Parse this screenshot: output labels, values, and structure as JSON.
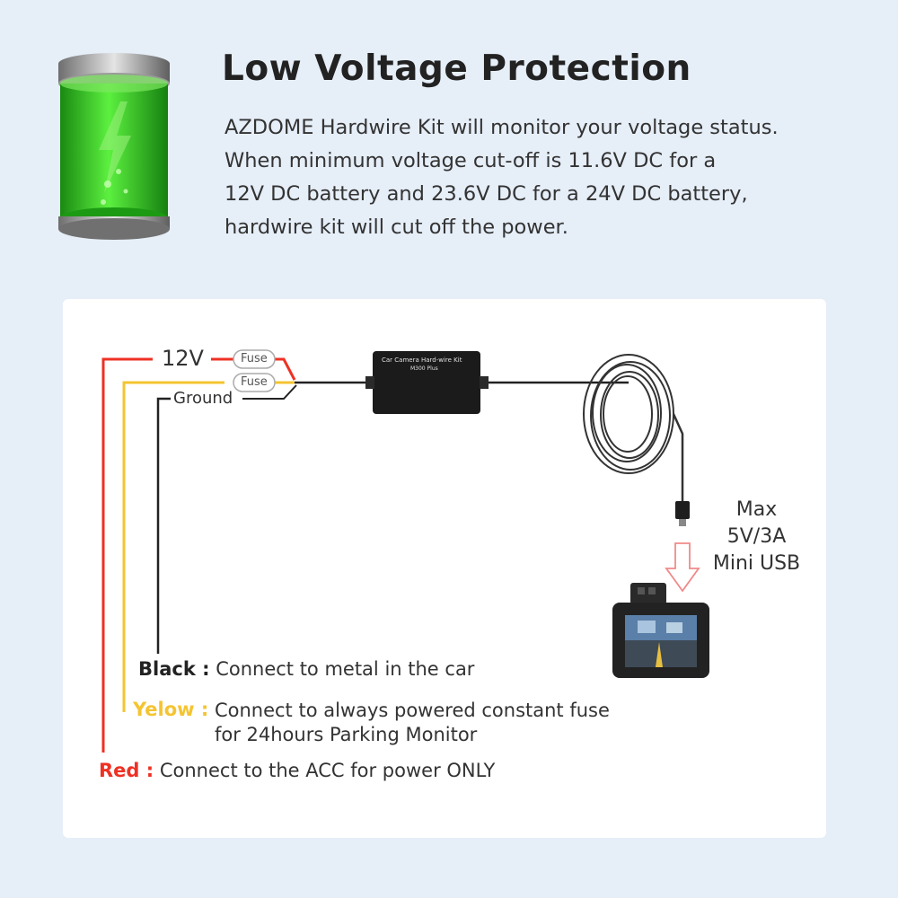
{
  "header": {
    "title": "Low Voltage Protection",
    "description_lines": [
      "AZDOME Hardwire Kit will monitor your voltage status.",
      "When minimum voltage cut-off is 11.6V DC for a",
      "12V DC battery and 23.6V DC for a 24V DC battery,",
      "hardwire kit will cut off the power."
    ]
  },
  "diagram": {
    "voltage_label": "12V",
    "fuse_labels": [
      "Fuse",
      "Fuse"
    ],
    "ground_label": "Ground",
    "hardwire_box": {
      "title": "Car Camera Hard-wire Kit",
      "model": "M300 Plus"
    },
    "output_spec_lines": [
      "Max",
      "5V/3A",
      "Mini USB"
    ],
    "legend": [
      {
        "key": "Black :",
        "text": [
          "Connect to metal in the car"
        ]
      },
      {
        "key": "Yelow :",
        "text": [
          "Connect to always powered constant fuse",
          "for 24hours Parking Monitor"
        ]
      },
      {
        "key": "Red :",
        "text": [
          "Connect to the ACC for power ONLY"
        ]
      }
    ]
  },
  "colors": {
    "red_wire": "#ee3124",
    "yellow_wire": "#f4c431",
    "black_wire": "#222222",
    "battery_green": "#3fd72a",
    "background": "#e6eef8",
    "card": "#ffffff"
  },
  "icons": [
    "battery-icon",
    "fuse-icon",
    "hardwire-box-icon",
    "coiled-cable-icon",
    "usb-plug-icon",
    "arrow-down-icon",
    "dashcam-icon"
  ]
}
